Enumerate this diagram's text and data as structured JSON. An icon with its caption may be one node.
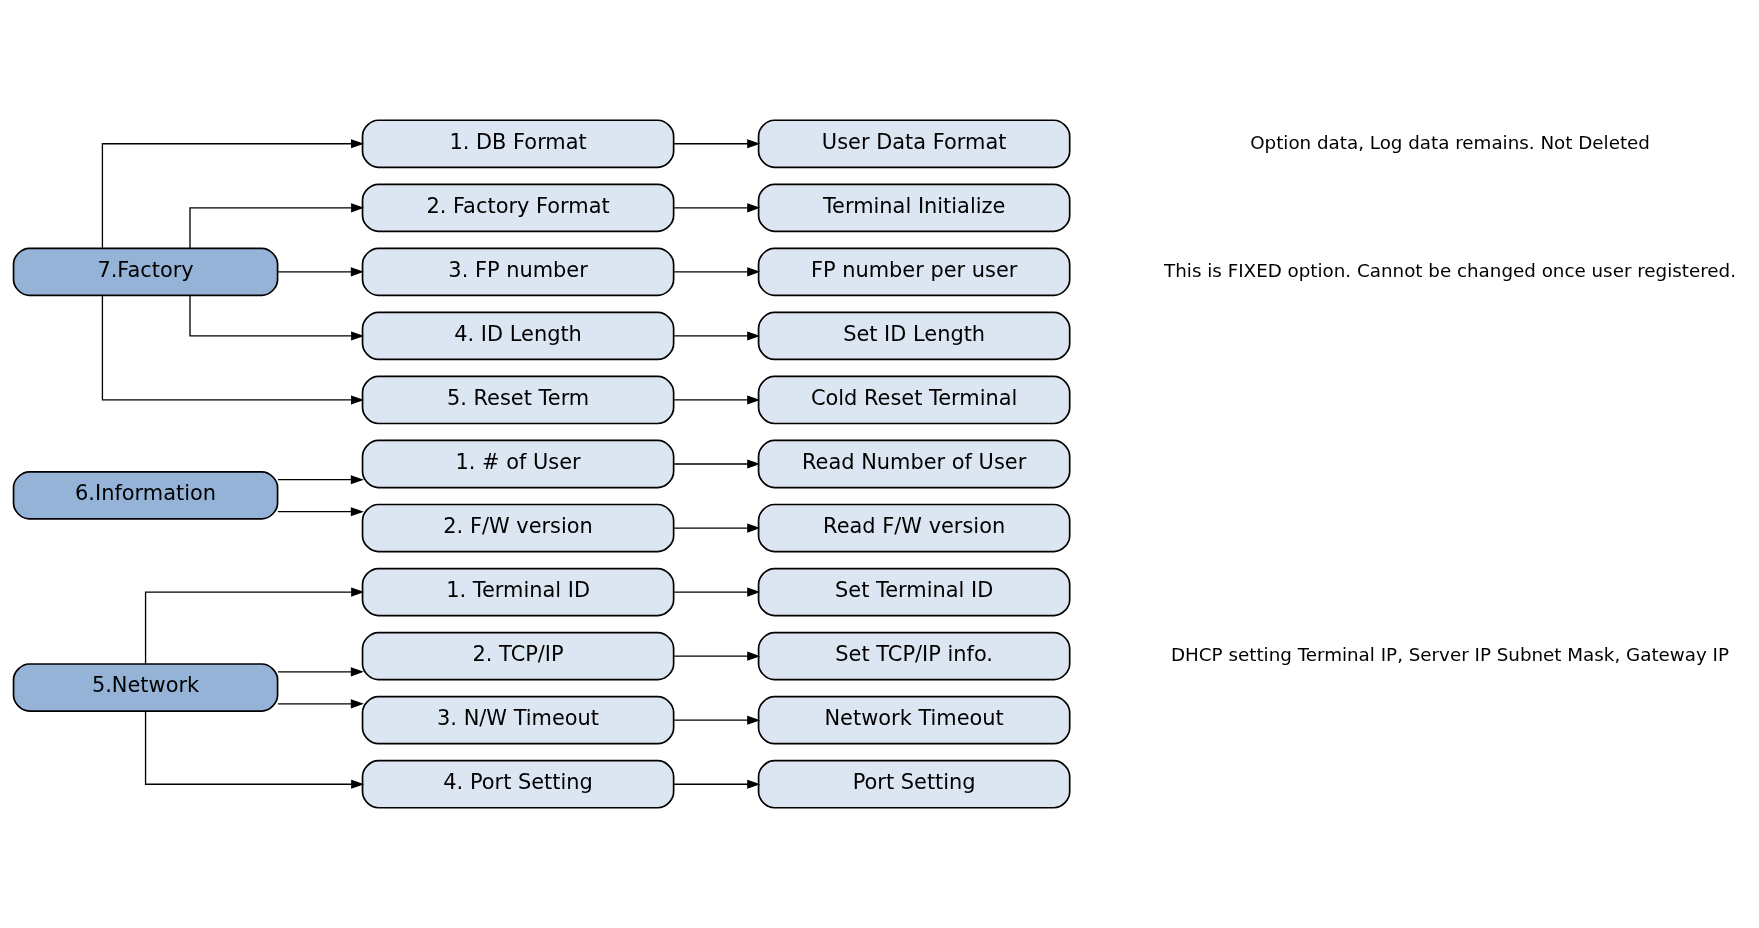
{
  "diagram": {
    "nodes": [
      {
        "text": [
          "5.Network"
        ]
      },
      {
        "text": [
          "1. Terminal ID"
        ]
      },
      {
        "text": [
          "Set Terminal ID"
        ]
      },
      {
        "text": [
          "2. TCP/IP"
        ]
      },
      {
        "text": [
          "Set TCP/IP info."
        ]
      },
      {
        "text": [
          "3. N/W Timeout"
        ]
      },
      {
        "text": [
          "Network Timeout"
        ]
      },
      {
        "text": [
          "4. Port Setting"
        ]
      },
      {
        "text": [
          "Port Setting"
        ]
      },
      {
        "text": [
          "6.Information"
        ]
      },
      {
        "text": [
          "1. # of User"
        ]
      },
      {
        "text": [
          "Read Number of User"
        ]
      },
      {
        "text": [
          "2. F/W version"
        ]
      },
      {
        "text": [
          "Read F/W version"
        ]
      },
      {
        "text": [
          "7.Factory"
        ]
      },
      {
        "text": [
          "1. DB Format"
        ]
      },
      {
        "text": [
          "User Data Format"
        ]
      },
      {
        "text": [
          "2. Factory Format"
        ]
      },
      {
        "text": [
          "Terminal Initialize"
        ]
      },
      {
        "text": [
          "3. FP number"
        ]
      },
      {
        "text": [
          "FP number per user"
        ]
      },
      {
        "text": [
          "4. ID Length"
        ]
      },
      {
        "text": [
          "Set ID Length"
        ]
      },
      {
        "text": [
          "5. Reset Term"
        ]
      },
      {
        "text": [
          "Cold Reset Terminal"
        ]
      }
    ],
    "edges": [
      {
        "from": 0,
        "to": 1,
        "arrow": "to"
      },
      {
        "from": 1,
        "to": 2,
        "arrow": "to"
      },
      {
        "from": 0,
        "to": 3,
        "arrow": "to"
      },
      {
        "from": 3,
        "to": 4,
        "arrow": "to"
      },
      {
        "from": 0,
        "to": 5,
        "arrow": "to"
      },
      {
        "from": 5,
        "to": 6,
        "arrow": "to"
      },
      {
        "from": 0,
        "to": 7,
        "arrow": "to"
      },
      {
        "from": 7,
        "to": 8,
        "arrow": "to"
      },
      {
        "from": 9,
        "to": 10,
        "arrow": "to"
      },
      {
        "from": 10,
        "to": 11,
        "arrow": "to"
      },
      {
        "from": 9,
        "to": 12,
        "arrow": "to"
      },
      {
        "from": 12,
        "to": 13,
        "arrow": "to"
      },
      {
        "from": 14,
        "to": 15,
        "arrow": "to"
      },
      {
        "from": 15,
        "to": 16,
        "arrow": "to"
      },
      {
        "from": 14,
        "to": 17,
        "arrow": "to"
      },
      {
        "from": 17,
        "to": 18,
        "arrow": "to"
      },
      {
        "from": 14,
        "to": 19,
        "arrow": "to"
      },
      {
        "from": 19,
        "to": 20,
        "arrow": "to"
      },
      {
        "from": 14,
        "to": 21,
        "arrow": "to"
      },
      {
        "from": 21,
        "to": 22,
        "arrow": "to"
      },
      {
        "from": 14,
        "to": 23,
        "arrow": "to"
      },
      {
        "from": 23,
        "to": 24,
        "arrow": "to"
      }
    ],
    "labels": [
      "DHCP setting Terminal IP, Server IP Subnet Mask, Gateway IP",
      "Option data, Log data remains. Not Deleted",
      "This is FIXED option. Cannot be changed once user registered."
    ]
  }
}
